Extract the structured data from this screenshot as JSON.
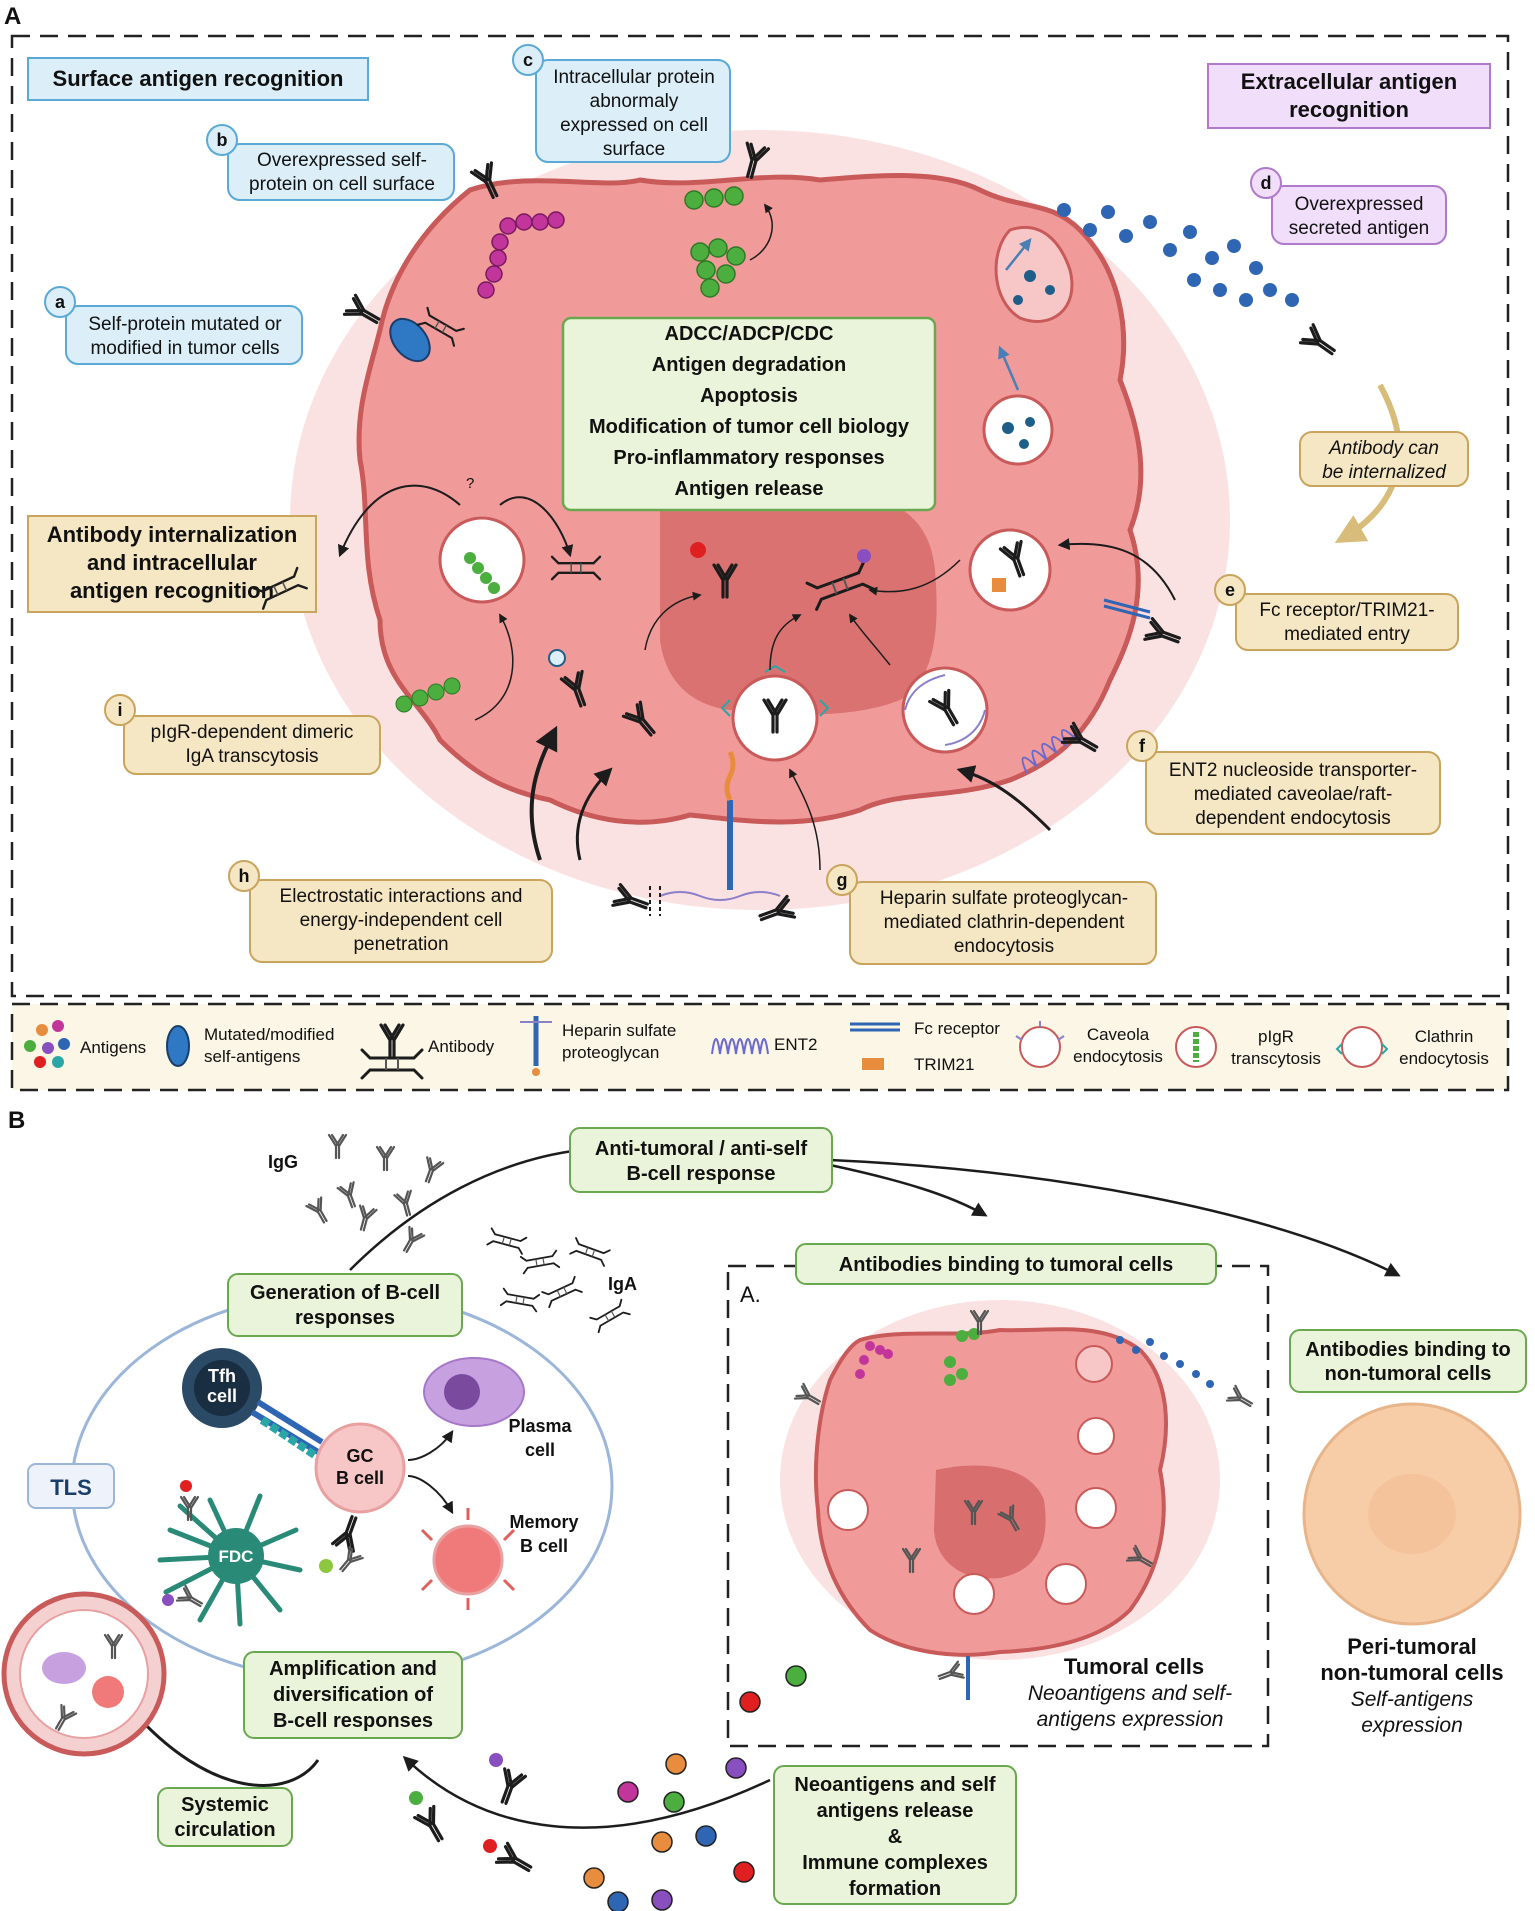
{
  "panel_a": {
    "letter": "A",
    "surface_title": "Surface antigen recognition",
    "extracellular_title": [
      "Extracellular antigen",
      "recognition"
    ],
    "internalization_title": [
      "Antibody internalization",
      "and intracellular",
      "antigen recognition"
    ],
    "labels": {
      "a": {
        "letter": "a",
        "lines": [
          "Self-protein mutated or",
          "modified in tumor cells"
        ]
      },
      "b": {
        "letter": "b",
        "lines": [
          "Overexpressed self-",
          "protein on cell surface"
        ]
      },
      "c": {
        "letter": "c",
        "lines": [
          "Intracellular protein",
          "abnormaly",
          "expressed on cell",
          "surface"
        ]
      },
      "d": {
        "letter": "d",
        "lines": [
          "Overexpressed",
          "secreted antigen"
        ]
      },
      "e": {
        "letter": "e",
        "lines": [
          "Fc receptor/TRIM21-",
          "mediated entry"
        ]
      },
      "f": {
        "letter": "f",
        "lines": [
          "ENT2 nucleoside transporter-",
          "mediated caveolae/raft-",
          "dependent endocytosis"
        ]
      },
      "g": {
        "letter": "g",
        "lines": [
          "Heparin sulfate proteoglycan-",
          "mediated clathrin-dependent",
          "endocytosis"
        ]
      },
      "h": {
        "letter": "h",
        "lines": [
          "Electrostatic interactions and",
          "energy-independent cell",
          "penetration"
        ]
      },
      "i": {
        "letter": "i",
        "lines": [
          "pIgR-dependent dimeric",
          "IgA transcytosis"
        ]
      }
    },
    "internalized_note": [
      "Antibody can",
      "be internalized"
    ],
    "question_mark": "?",
    "effects": [
      "ADCC/ADCP/CDC",
      "Antigen degradation",
      "Apoptosis",
      "Modification of tumor cell biology",
      "Pro-inflammatory responses",
      "Antigen release"
    ],
    "legend": {
      "antigens": "Antigens",
      "mutated": [
        "Mutated/modified",
        "self-antigens"
      ],
      "antibody": "Antibody",
      "hspg": [
        "Heparin sulfate",
        "proteoglycan"
      ],
      "ent2": "ENT2",
      "fc": "Fc receptor",
      "trim21": "TRIM21",
      "caveola": [
        "Caveola",
        "endocytosis"
      ],
      "pigr": [
        "pIgR",
        "transcytosis"
      ],
      "clathrin": [
        "Clathrin",
        "endocytosis"
      ]
    },
    "colors": {
      "cell": "#f19a9a",
      "cell_border": "#c95a5a",
      "nucleus": "#d86e6e",
      "blue_box": "#dceef7",
      "purple_box": "#f1defa",
      "tan_box": "#f6e7c4",
      "green_box": "#eaf4da"
    }
  },
  "panel_b": {
    "letter": "B",
    "igg": "IgG",
    "iga": "IgA",
    "anti_tumoral": [
      "Anti-tumoral / anti-self",
      "B-cell response"
    ],
    "generation": [
      "Generation of B-cell",
      "responses"
    ],
    "tls": "TLS",
    "tfh": [
      "Tfh",
      "cell"
    ],
    "gc": [
      "GC",
      "B cell"
    ],
    "fdc": "FDC",
    "plasma": [
      "Plasma",
      "cell"
    ],
    "memory": [
      "Memory",
      "B cell"
    ],
    "amplification": [
      "Amplification and",
      "diversification of",
      "B-cell responses"
    ],
    "systemic": [
      "Systemic",
      "circulation"
    ],
    "binding_tumoral": "Antibodies binding to tumoral cells",
    "inset_letter": "A.",
    "tumoral_title": "Tumoral cells",
    "tumoral_sub": [
      "Neoantigens and self-",
      "antigens expression"
    ],
    "binding_nontumoral": [
      "Antibodies binding to",
      "non-tumoral cells"
    ],
    "peri": [
      "Peri-tumoral",
      "non-tumoral cells"
    ],
    "peri_sub": [
      "Self-antigens",
      "expression"
    ],
    "release": [
      "Neoantigens and self",
      "antigens release",
      "&",
      "Immune complexes",
      "formation"
    ]
  }
}
